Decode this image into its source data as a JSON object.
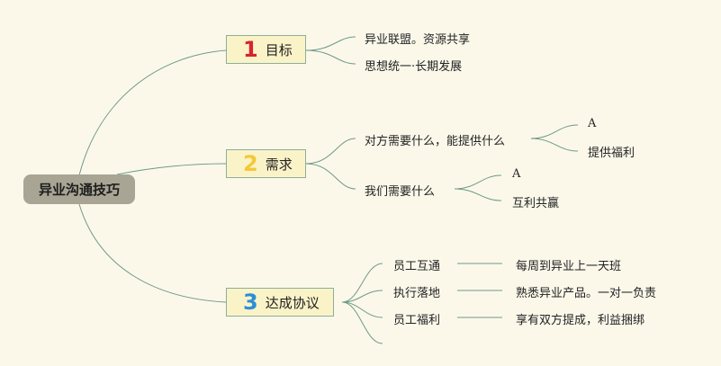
{
  "root": "异业沟通技巧",
  "branches": [
    {
      "num": "1",
      "label": "目标",
      "children": [
        "异业联盟。资源共享",
        "思想统一·长期发展"
      ]
    },
    {
      "num": "2",
      "label": "需求",
      "children": [
        {
          "label": "对方需要什么，能提供什么",
          "children": [
            "A",
            "提供福利"
          ]
        },
        {
          "label": "我们需要什么",
          "children": [
            "A",
            "互利共赢"
          ]
        }
      ]
    },
    {
      "num": "3",
      "label": "达成协议",
      "children": [
        {
          "label": "员工互通",
          "children": [
            "每周到异业上一天班"
          ]
        },
        {
          "label": "执行落地",
          "children": [
            "熟悉异业产品。一对一负责"
          ]
        },
        {
          "label": "员工福利",
          "children": [
            "享有双方提成，利益捆绑"
          ]
        }
      ]
    }
  ]
}
